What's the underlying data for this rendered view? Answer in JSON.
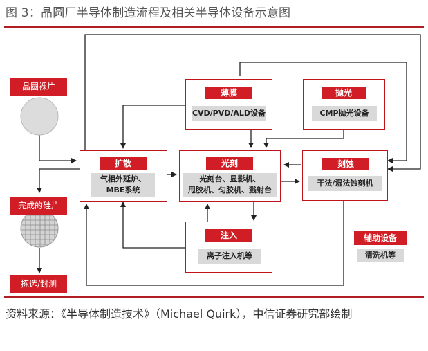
{
  "title": "图 3：晶圆厂半导体制造流程及相关半导体设备示意图",
  "source": "资料来源：《半导体制造技术》（Michael Quirk），中信证券研究部绘制",
  "left_column": {
    "wafer_raw": "晶圆裸片",
    "wafer_done": "完成的硅片",
    "test": "拣选/封测"
  },
  "boxes": {
    "thin_film": {
      "title": "薄膜",
      "equip": "CVD/PVD/ALD设备"
    },
    "polish": {
      "title": "抛光",
      "equip": "CMP抛光设备"
    },
    "diffusion": {
      "title": "扩散",
      "equip_line1": "气相外延炉、",
      "equip_line2": "MBE系统"
    },
    "litho": {
      "title": "光刻",
      "equip_line1": "光刻台、显影机、",
      "equip_line2": "甩胶机、匀胶机、溅射台"
    },
    "etch": {
      "title": "刻蚀",
      "equip": "干法/湿法蚀刻机"
    },
    "implant": {
      "title": "注入",
      "equip": "离子注入机等"
    },
    "aux": {
      "title": "辅助设备",
      "equip": "清洗机等"
    }
  },
  "colors": {
    "accent": "#d11e26",
    "rule": "#b01e23",
    "label_bg": "#d9d9d9",
    "line": "#222222"
  }
}
